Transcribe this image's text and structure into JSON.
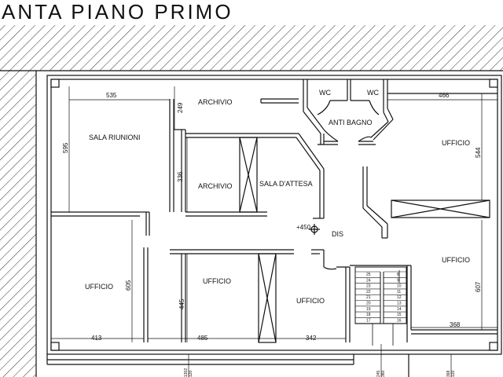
{
  "title": "ANTA PIANO PRIMO",
  "rooms": {
    "sala_riunioni": "SALA RIUNIONI",
    "archivio_top": "ARCHIVIO",
    "archivio_mid": "ARCHIVIO",
    "wc_left": "WC",
    "wc_right": "WC",
    "anti_bagno": "ANTI BAGNO",
    "ufficio_ne": "UFFICIO",
    "sala_attesa": "SALA D'ATTESA",
    "dis": "DIS",
    "ufficio_w": "UFFICIO",
    "ufficio_c": "UFFICIO",
    "ufficio_cs": "UFFICIO",
    "ufficio_e": "UFFICIO"
  },
  "dimensions": {
    "d535": "535",
    "d595": "595",
    "d249": "249",
    "d336": "336",
    "d466": "466",
    "d544": "544",
    "d605": "605",
    "d445": "445",
    "d607": "607",
    "d413": "413",
    "d485": "485",
    "d342": "342",
    "d368": "368",
    "elev": "+450",
    "b1": "1302",
    "b1s": "120",
    "b2": "245",
    "b2s": "360",
    "b3": "368",
    "b3s": "120"
  },
  "stairs": {
    "left": [
      "25",
      "24",
      "23",
      "22",
      "21",
      "20",
      "19",
      "18",
      "17"
    ],
    "right": [
      "9",
      "10",
      "11",
      "12",
      "13",
      "14",
      "15",
      "16"
    ],
    "right_top": "8"
  },
  "colors": {
    "line": "#111111",
    "hatch": "#333333",
    "background": "#ffffff"
  }
}
